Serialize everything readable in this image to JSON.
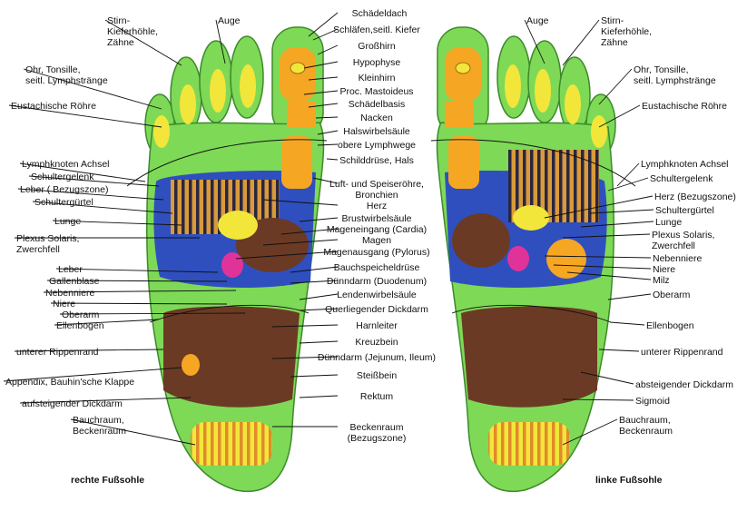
{
  "center_labels": [
    "Schädeldach",
    "Schläfen,seitl. Kiefer",
    "Großhirn",
    "Hypophyse",
    "Kleinhirn",
    "Proc. Mastoideus",
    "Schädelbasis",
    "Nacken",
    "Halswirbelsäule",
    "obere Lymphwege",
    "Schilddrüse, Hals",
    "Luft- und Speiseröhre,",
    "Bronchien",
    "Herz",
    "Brustwirbelsäule",
    "Mageneingang (Cardia)",
    "Magen",
    "Magenausgang (Pylorus)",
    "Bauchspeicheldrüse",
    "Dünndarm (Duodenum)",
    "Lendenwirbelsäule",
    "Querliegender Dickdarm",
    "Harnleiter",
    "Kreuzbein",
    "Dünndarm (Jejunum, Ileum)",
    "Steißbein",
    "Rektum",
    "Beckenraum",
    "(Bezugszone)"
  ],
  "left_labels": [
    "Stirn-",
    "Kieferhöhle,",
    "Zähne",
    "Auge",
    "Ohr, Tonsille,",
    "seitl. Lymphstränge",
    "Eustachische Röhre",
    "Lymphknoten Achsel",
    "Schultergelenk",
    "Leber ( Bezugszone)",
    "Schultergürtel",
    "Lunge",
    "Plexus Solaris,",
    "Zwerchfell",
    "Leber",
    "Gallenblase",
    "Nebenniere",
    "Niere",
    "Oberarm",
    "Ellenbogen",
    "unterer Rippenrand",
    "Appendix, Bauhin'sche Klappe",
    "aufsteigender Dickdarm",
    "Bauchraum,",
    "Beckenraum"
  ],
  "right_labels": [
    "Auge",
    "Stirn-",
    "Kieferhöhle,",
    "Zähne",
    "Ohr, Tonsille,",
    "seitl. Lymphstränge",
    "Eustachische Röhre",
    "Lymphknoten Achsel",
    "Schultergelenk",
    "Herz (Bezugszone)",
    "Schultergürtel",
    "Lunge",
    "Plexus Solaris,",
    "Zwerchfell",
    "Nebenniere",
    "Niere",
    "Milz",
    "Oberarm",
    "Ellenbogen",
    "unterer Rippenrand",
    "absteigender Dickdarm",
    "Sigmoid",
    "Bauchraum,",
    "Beckenraum"
  ],
  "captions": {
    "left_foot": "rechte Fußsohle",
    "right_foot": "linke Fußsohle"
  },
  "colors": {
    "sole": "#7ed957",
    "toe_inner": "#f2e63a",
    "head": "#f5a623",
    "upper_body": "#2f4fbf",
    "organs": "#6b3a24",
    "stripes": "#d89a3a",
    "pylorus": "#e0339a",
    "pelvis": "#f2e63a"
  }
}
